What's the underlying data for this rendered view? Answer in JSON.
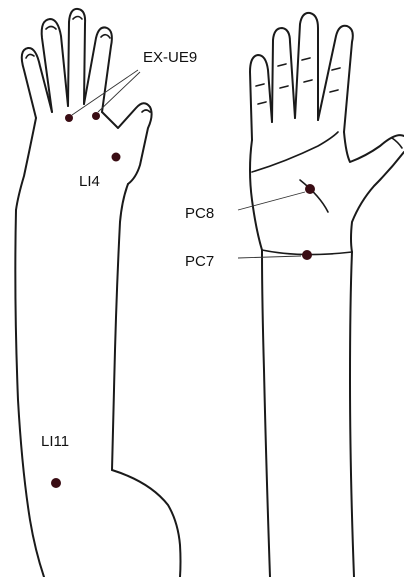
{
  "labels": {
    "ex_ue9": "EX-UE9",
    "li4": "LI4",
    "pc8": "PC8",
    "pc7": "PC7",
    "li11": "LI11"
  },
  "colors": {
    "point": "#3a0d14",
    "line": "#1a1a1a",
    "background": "#ffffff"
  }
}
